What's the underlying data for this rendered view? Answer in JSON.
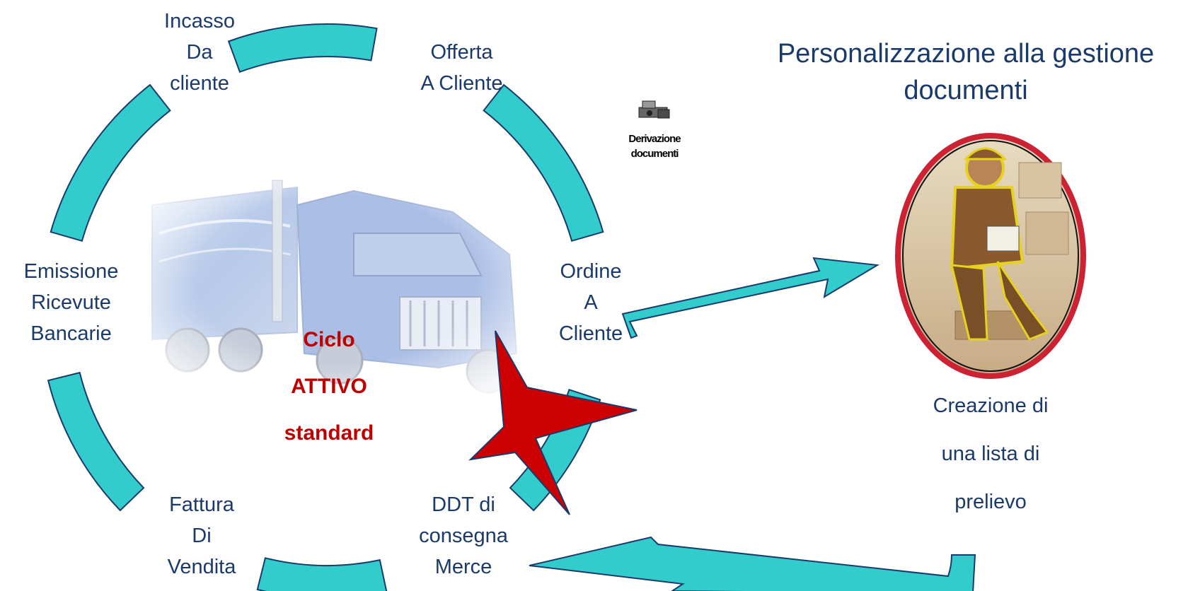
{
  "diagram": {
    "nodes": {
      "incasso": [
        "Incasso",
        "Da",
        "cliente"
      ],
      "offerta": [
        "Offerta",
        "A Cliente"
      ],
      "ordine": [
        "Ordine",
        "A",
        "Cliente"
      ],
      "ddt": [
        "DDT di",
        "consegna",
        "Merce"
      ],
      "fattura": [
        "Fattura",
        "Di",
        "Vendita"
      ],
      "emissione": [
        "Emissione",
        "Ricevute",
        "Bancarie"
      ]
    },
    "cycle_label": [
      "Ciclo",
      "ATTIVO",
      "standard"
    ],
    "title": [
      "Personalizzazione alla gestione",
      "documenti"
    ],
    "derivation_icon_label": [
      "Derivazione",
      "documenti"
    ],
    "right_caption": [
      "Creazione di",
      "una lista di",
      "prelievo"
    ],
    "colors": {
      "arc_fill": "#33cccc",
      "arrow_fill": "#33cccc",
      "stroke": "#1a3a6b",
      "text": "#1a3a6b",
      "cycle_text": "#c00000",
      "star_fill": "#cc0000",
      "oval_border": "#cc2233"
    }
  }
}
